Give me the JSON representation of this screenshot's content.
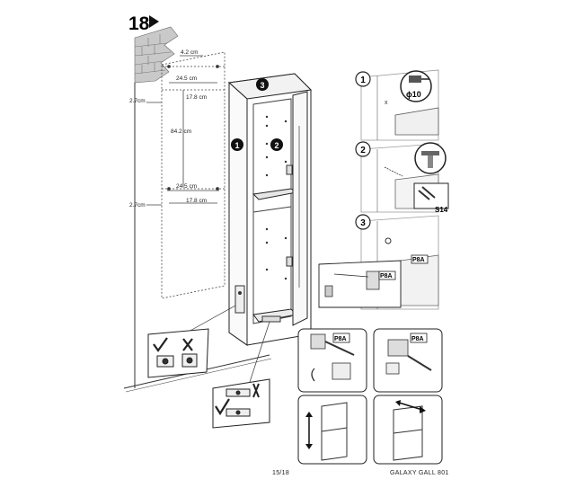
{
  "step": {
    "number": "18"
  },
  "dimensions": {
    "top_width": "4.2 cm",
    "top_span": "24.5 cm",
    "top_inner": "17.8 cm",
    "left_top": "2.7cm",
    "height": "84.2 cm",
    "mid_span": "24.5 cm",
    "left_mid": "2.7cm",
    "mid_inner": "17.8 cm"
  },
  "cabinet_callouts": {
    "side": "1",
    "door": "2",
    "top": "3"
  },
  "steps": [
    {
      "number": "1",
      "label": "ϕ10"
    },
    {
      "number": "2",
      "label": "S14"
    },
    {
      "number": "3",
      "label": "P8A",
      "detail_label": "P8A"
    }
  ],
  "hinge_panels": {
    "left_label": "P8A",
    "right_label": "P8A"
  },
  "footer": {
    "page": "15/18",
    "product": "GALAXY GALL 801"
  }
}
